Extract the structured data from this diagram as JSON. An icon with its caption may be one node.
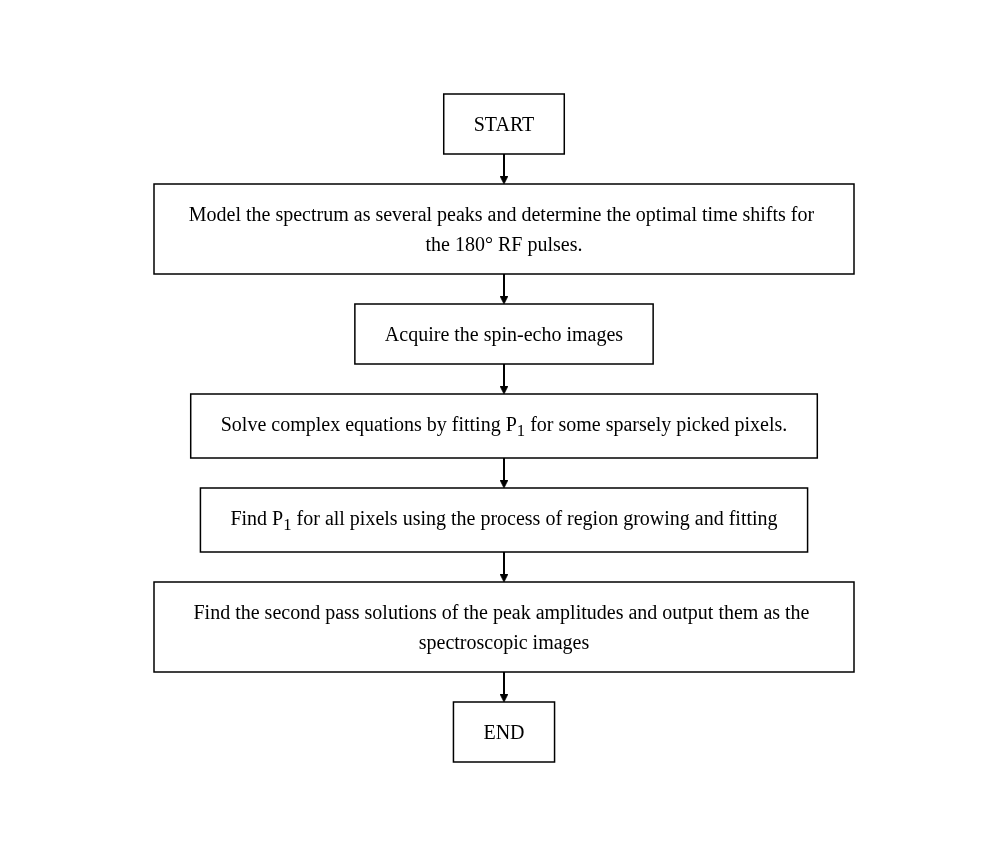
{
  "diagram": {
    "nodes": [
      {
        "text": [
          "START"
        ]
      },
      {
        "text": [
          "Model the spectrum as several peaks and determine the optimal time shifts for the 180° RF pulses."
        ]
      },
      {
        "text": [
          "Acquire the spin-echo images"
        ]
      },
      {
        "text": [
          "Solve complex equations by fitting P$_{1}$ for some sparsely picked pixels."
        ]
      },
      {
        "text": [
          "Find P$_{1}$ for all pixels using the process of region growing and fitting"
        ]
      },
      {
        "text": [
          "Find the second pass solutions of the peak amplitudes and output them as the spectroscopic images"
        ]
      },
      {
        "text": [
          "END"
        ]
      }
    ],
    "edges": [
      {
        "from": 0,
        "to": 1,
        "arrow": "to"
      },
      {
        "from": 1,
        "to": 2,
        "arrow": "to"
      },
      {
        "from": 2,
        "to": 3,
        "arrow": "to"
      },
      {
        "from": 3,
        "to": 4,
        "arrow": "to"
      },
      {
        "from": 4,
        "to": 5,
        "arrow": "to"
      },
      {
        "from": 5,
        "to": 6,
        "arrow": "to"
      }
    ]
  }
}
